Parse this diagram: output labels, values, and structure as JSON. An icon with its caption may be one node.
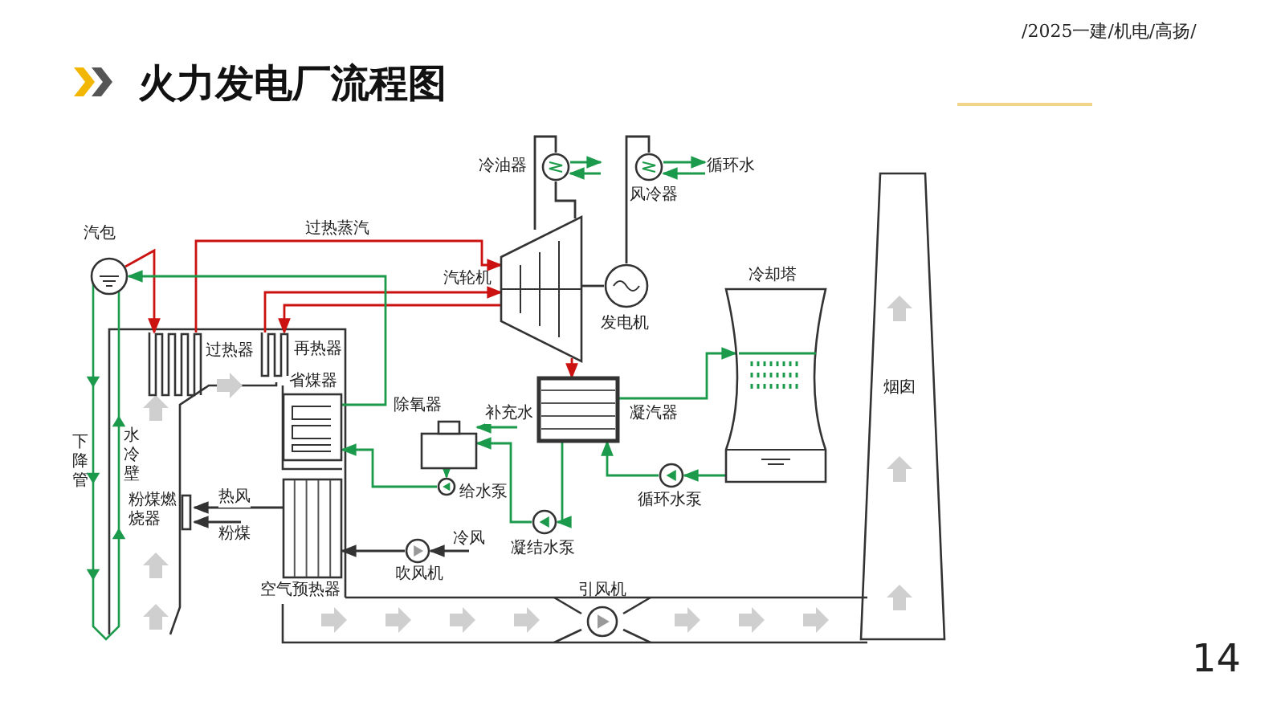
{
  "diagram": {
    "title": "火力发电厂流程图",
    "nodes": [
      {
        "text": [
          "汽包"
        ]
      },
      {
        "text": [
          "过热器"
        ]
      },
      {
        "text": [
          "再热器"
        ]
      },
      {
        "text": [
          "省煤器"
        ]
      },
      {
        "text": [
          "空气预热器"
        ]
      },
      {
        "text": [
          "粉煤燃烧器"
        ]
      },
      {
        "text": [
          "汽轮机"
        ]
      },
      {
        "text": [
          "发电机"
        ]
      },
      {
        "text": [
          "冷油器"
        ]
      },
      {
        "text": [
          "风冷器"
        ]
      },
      {
        "text": [
          "凝汽器"
        ]
      },
      {
        "text": [
          "除氧器"
        ]
      },
      {
        "text": [
          "给水泵"
        ]
      },
      {
        "text": [
          "凝结水泵"
        ]
      },
      {
        "text": [
          "循环水泵"
        ]
      },
      {
        "text": [
          "冷却塔"
        ]
      },
      {
        "text": [
          "烟囱"
        ]
      },
      {
        "text": [
          "吹风机"
        ]
      },
      {
        "text": [
          "引风机"
        ]
      },
      {
        "text": [
          "循环水"
        ]
      }
    ],
    "edges": [
      {
        "from": 0,
        "to": 1,
        "arrow": "to",
        "color": "#cc1111"
      },
      {
        "from": 1,
        "to": 6,
        "arrow": "to",
        "label": "过热蒸汽",
        "color": "#cc1111"
      },
      {
        "from": 6,
        "to": 2,
        "arrow": "to",
        "color": "#cc1111"
      },
      {
        "from": 2,
        "to": 6,
        "arrow": "to",
        "color": "#cc1111"
      },
      {
        "from": 6,
        "to": 10,
        "arrow": "to",
        "color": "#cc1111"
      },
      {
        "from": 10,
        "to": 13,
        "arrow": "to"
      },
      {
        "from": 13,
        "to": 11,
        "arrow": "to"
      },
      {
        "from": null,
        "to": 11,
        "arrow": "to",
        "label": "补充水"
      },
      {
        "from": 11,
        "to": 12,
        "arrow": "to"
      },
      {
        "from": 12,
        "to": 3,
        "arrow": "to"
      },
      {
        "from": 3,
        "to": 0,
        "arrow": "to"
      },
      {
        "from": 10,
        "to": 15,
        "arrow": "to"
      },
      {
        "from": 15,
        "to": 14,
        "arrow": "to"
      },
      {
        "from": 14,
        "to": 10,
        "arrow": "to"
      },
      {
        "from": null,
        "to": 17,
        "arrow": "to",
        "label": "冷风",
        "color": "#333333"
      },
      {
        "from": 17,
        "to": 4,
        "arrow": "to",
        "color": "#333333"
      },
      {
        "from": 4,
        "to": 5,
        "arrow": "to",
        "label": "热风",
        "color": "#333333"
      },
      {
        "from": null,
        "to": 5,
        "arrow": "to",
        "label": "粉煤",
        "color": "#333333"
      },
      {
        "from": 8,
        "to": null,
        "arrow": "to"
      },
      {
        "from": null,
        "to": 8,
        "arrow": "to"
      },
      {
        "from": 9,
        "to": 19,
        "arrow": "to"
      },
      {
        "from": 19,
        "to": 9,
        "arrow": "to"
      },
      {
        "from": 6,
        "to": 7,
        "arrow": "none",
        "color": "#333333"
      },
      {
        "from": 6,
        "to": 8,
        "arrow": "none",
        "color": "#333333"
      },
      {
        "from": 8,
        "to": 6,
        "arrow": "none",
        "color": "#333333"
      },
      {
        "from": 7,
        "to": 9,
        "arrow": "none",
        "color": "#333333"
      }
    ],
    "labels": [
      "/2025一建/机电/高扬/",
      "下降管",
      "水冷壁",
      "14"
    ]
  }
}
